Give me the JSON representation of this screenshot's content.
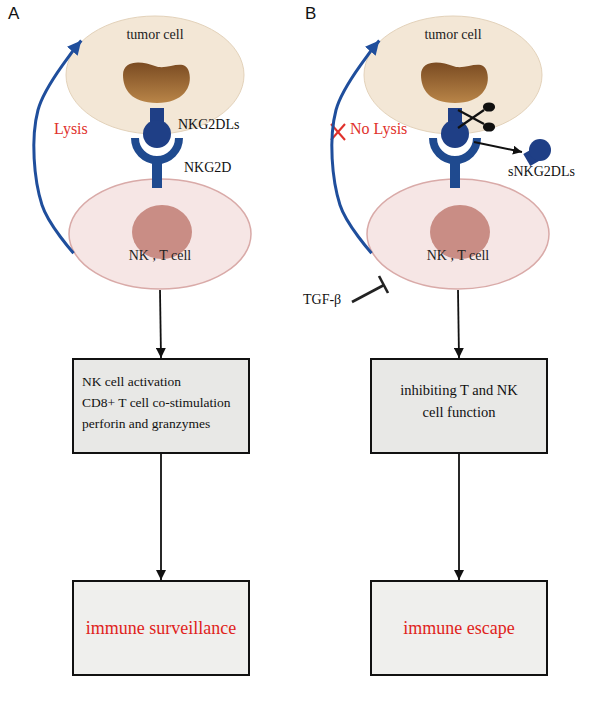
{
  "diagram": {
    "nodes": [
      {
        "text": [
          "tumor cell"
        ]
      },
      {
        "text": [
          "NK , T cell"
        ]
      },
      {
        "text": [
          "NK cell activation",
          "CD8+ T cell co-stimulation",
          "perforin and granzymes"
        ]
      },
      {
        "text": [
          "immune surveillance"
        ]
      },
      {
        "text": [
          "tumor cell"
        ]
      },
      {
        "text": [
          "NK , T cell"
        ]
      },
      {
        "text": [
          "inhibiting T and NK cell function"
        ]
      },
      {
        "text": [
          "immune escape"
        ]
      }
    ],
    "edges": [
      {
        "from": 1,
        "to": 0,
        "label": "Lysis",
        "arrow": "to"
      },
      {
        "from": 1,
        "to": 2,
        "arrow": "to"
      },
      {
        "from": 2,
        "to": 3,
        "arrow": "to"
      },
      {
        "from": 5,
        "to": 4,
        "label": "No Lysis",
        "arrow": "to"
      },
      {
        "from": 5,
        "to": 6,
        "arrow": "to"
      },
      {
        "from": 6,
        "to": 7,
        "arrow": "to"
      }
    ],
    "labels": [
      "A",
      "NKG2DLs",
      "NKG2D",
      "B",
      "sNKG2DLs",
      "TGF-β"
    ]
  }
}
